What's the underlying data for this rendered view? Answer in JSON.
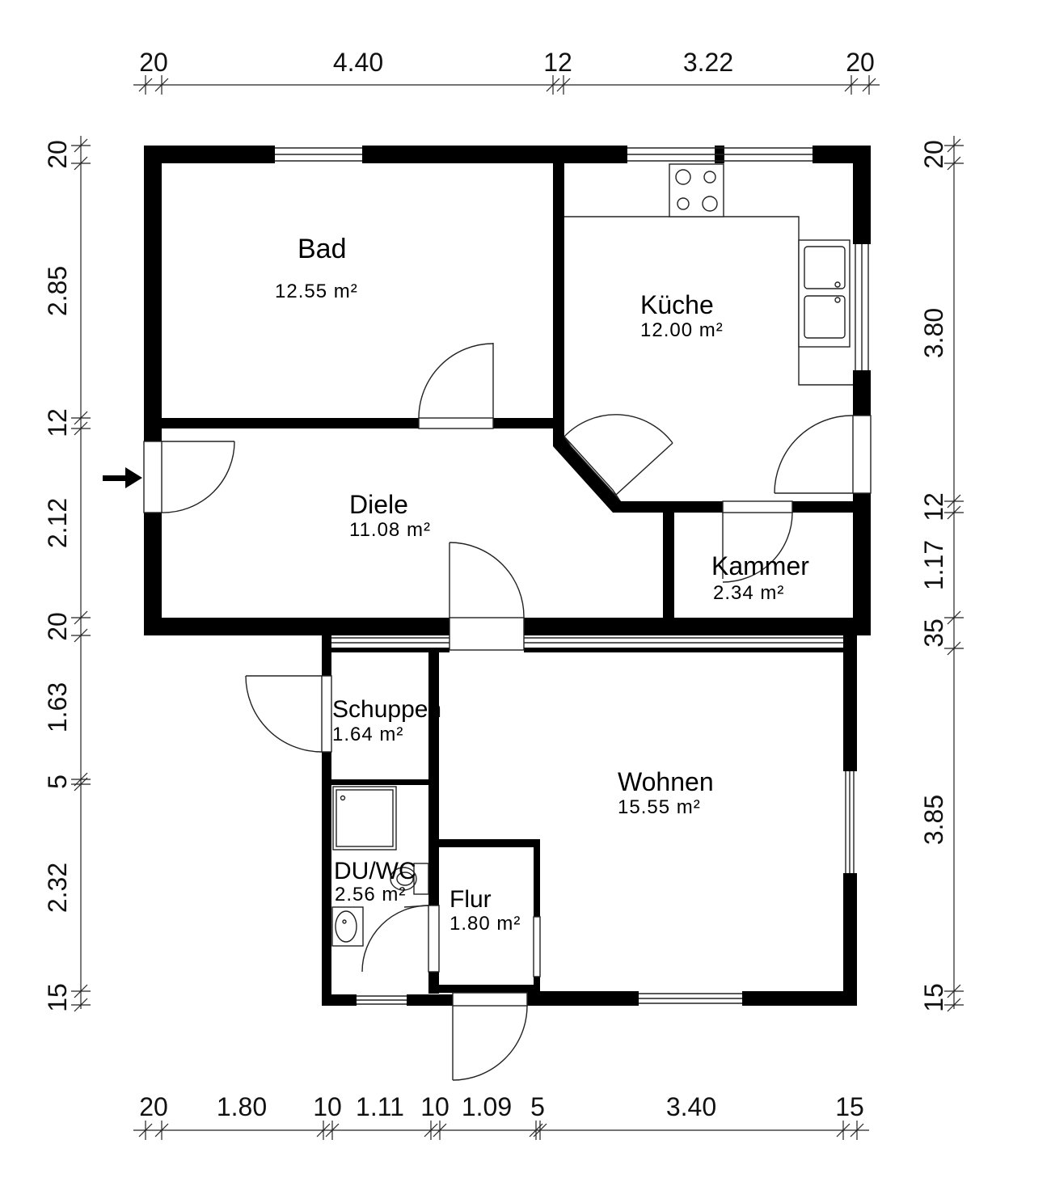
{
  "rooms": {
    "bad": {
      "name": "Bad",
      "area": "12.55 m²"
    },
    "kueche": {
      "name": "Küche",
      "area": "12.00 m²"
    },
    "diele": {
      "name": "Diele",
      "area": "11.08 m²"
    },
    "kammer": {
      "name": "Kammer",
      "area": "2.34 m²"
    },
    "schuppen": {
      "name": "Schuppen",
      "area": "1.64 m²"
    },
    "wohnen": {
      "name": "Wohnen",
      "area": "15.55 m²"
    },
    "duwc": {
      "name": "DU/WC",
      "area": "2.56 m²"
    },
    "flur": {
      "name": "Flur",
      "area": "1.80 m²"
    }
  },
  "dimensions": {
    "top": [
      "20",
      "4.40",
      "12",
      "3.22",
      "20"
    ],
    "bottom": [
      "20",
      "1.80",
      "10",
      "1.11",
      "10",
      "1.09",
      "5",
      "3.40",
      "15"
    ],
    "left": [
      "20",
      "2.85",
      "12",
      "2.12",
      "20",
      "1.63",
      "5",
      "2.32",
      "15"
    ],
    "right": [
      "20",
      "3.80",
      "12",
      "1.17",
      "35",
      "3.85",
      "15"
    ]
  },
  "icons": {
    "entrance": "arrow-right-icon"
  }
}
